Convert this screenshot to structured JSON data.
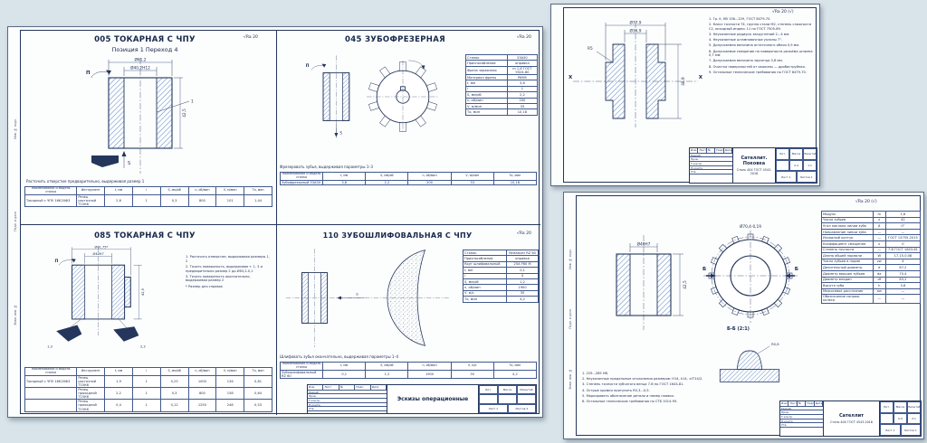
{
  "edge_labels": [
    "Инв. № подл.",
    "Подп. и дата",
    "Взам. инв. №"
  ],
  "stamp_common": {
    "head": [
      "Изм.",
      "Лист",
      "№ докум.",
      "Подп.",
      "Дата"
    ],
    "roles": [
      "Разраб.",
      "Пров.",
      "Т.контр.",
      "Н.контр.",
      "Утв."
    ],
    "litrow": [
      "Лит.",
      "Масса",
      "Масштаб"
    ]
  },
  "ops_stamp": {
    "title": "Эскизы операционные",
    "lit": "",
    "mass": "",
    "scale": "",
    "sheet": "Лист 1",
    "sheets": "Листов 2"
  },
  "op005": {
    "title": "005 ТОКАРНАЯ С ЧПУ",
    "subtitle": "Позиция 1 Переход 4",
    "roughness": "√Ra 20",
    "caption": "Расточить отверстие предварительно, выдерживая размер 1",
    "labels": {
      "rot": "П",
      "feed": "S",
      "pt1": "1"
    },
    "dims": {
      "bore": "Ø40,2H12",
      "od": "Ø61,2",
      "len": "42,5"
    },
    "table": {
      "headers": [
        "Наименование и модель станка",
        "Инструмент",
        "t, мм",
        "i",
        "S, мм/об",
        "n, об/мин",
        "V, м/мин",
        "То, мин"
      ],
      "rows": [
        [
          "Токарный с ЧПУ 16К20Ф3",
          "Резец расточной Т15К6",
          "2,6",
          "1",
          "0,3",
          "800",
          "101",
          "1,44"
        ]
      ]
    }
  },
  "op045": {
    "title": "045 ЗУБОФРЕЗЕРНАЯ",
    "roughness": "√Ra 20",
    "caption": "Фрезеровать зубья, выдерживая параметры 1–3",
    "labels": {
      "rot": "П",
      "feed": "S"
    },
    "side_rows": [
      [
        "Станок",
        "53А50"
      ],
      [
        "Приспособление",
        "оправка"
      ],
      [
        "Фреза червячная",
        "m 1,6 ГОСТ 9324-80"
      ],
      [
        "Материал фрезы",
        "Р6М5"
      ],
      [
        "t, мм",
        "3,6"
      ],
      [
        "i",
        "1"
      ],
      [
        "S, мм/об",
        "2,2"
      ],
      [
        "n, об/мин",
        "200"
      ],
      [
        "V, м/мин",
        "33"
      ],
      [
        "То, мин",
        "10,18"
      ]
    ],
    "table": {
      "headers": [
        "Наименование и модель станка",
        "t, мм",
        "S, мм/об",
        "n, об/мин",
        "V, м/мин",
        "То, мин"
      ],
      "rows": [
        [
          "Зубофрезерный 53А50",
          "3,6",
          "2,2",
          "200",
          "33",
          "10,18"
        ]
      ]
    }
  },
  "op085": {
    "title": "085 ТОКАРНАЯ С ЧПУ",
    "labels": {
      "rot": "П",
      "t1": "1,3",
      "t2": "2,3"
    },
    "dims": {
      "bore": "Ø40H7",
      "od": "Ø61,75*",
      "len": "42,5"
    },
    "notes": [
      "1. Расточить отверстие, выдерживая размеры 1, 2",
      "2. Точить поверхность, выдерживая т. 1, 3 и предварительно размер 2 до Ø63,2-0,1",
      "3. Точить поверхность окончательно, выдерживая размер 2",
      "* Размер для справок"
    ],
    "table": {
      "headers": [
        "Наименование и модель станка",
        "Инструмент",
        "t, мм",
        "i",
        "S, мм/об",
        "n, об/мин",
        "V, м/мин",
        "То, мин"
      ],
      "rows": [
        [
          "Токарный с ЧПУ 16К20Ф3",
          "Резец расточной Т15К6",
          "1,9",
          "1",
          "0,25",
          "1000",
          "126",
          "0,81"
        ],
        [
          "",
          "Резец проходной Т15К6",
          "2,2",
          "1",
          "0,3",
          "800",
          "158",
          "0,64"
        ],
        [
          "",
          "Резец проходной Т15К6",
          "0,4",
          "1",
          "0,12",
          "1250",
          "248",
          "0,53"
        ]
      ]
    }
  },
  "op110": {
    "title": "110 ЗУБОШЛИФОВАЛЬНАЯ С ЧПУ",
    "roughness": "√Ra 20",
    "caption": "Шлифовать зубья окончательно, выдерживая параметры 1–4",
    "labels": {
      "feed": "S"
    },
    "side_rows": [
      [
        "Станок",
        "Reishauer RZ 60"
      ],
      [
        "Приспособление",
        "оправка"
      ],
      [
        "Круг шлифовальный",
        "25А F60 M"
      ],
      [
        "t, мм",
        "0,1"
      ],
      [
        "i",
        "4"
      ],
      [
        "S, мм/об",
        "1,2"
      ],
      [
        "n, об/мин",
        "1900"
      ],
      [
        "V, м/с",
        "35"
      ],
      [
        "То, мин",
        "4,2"
      ]
    ],
    "table": {
      "headers": [
        "Наименование и модель станка",
        "t, мм",
        "S, мм/об",
        "n, об/мин",
        "V, м/с",
        "То, мин"
      ],
      "rows": [
        [
          "Зубошлифовальный RZ 60",
          "0,1",
          "1,2",
          "1900",
          "35",
          "4,2"
        ]
      ]
    }
  },
  "forging": {
    "roughness": "√Ra 20 (√)",
    "section": "X",
    "dims": {
      "od": "Ø77,9",
      "bore": "Ø36,9",
      "h": "48,9",
      "r": "R5"
    },
    "notes": [
      "1. Гр. II, НВ 156...229, ГОСТ 8479-70.",
      "2. Класс точности Т4, группа стали М2, степень сложности С2, исходный индекс 11 по ГОСТ 7505-89.",
      "3. Неуказанные радиусы закруглений 2...4 мм.",
      "4. Неуказанные штамповочные уклоны 7°.",
      "5. Допускаемая величина остаточного облоя 0,9 мм.",
      "6. Допускаемое смещение по поверхности разъёма штампа 0,7 мм.",
      "7. Допускаемая величина заусенца 0,8 мм.",
      "8. Очистка поверхностей от окалины — дробеструйная.",
      "9. Остальные технические требования по ГОСТ 8479-70."
    ],
    "stamp": {
      "title": "Сателлит. Поковка",
      "material": "Сталь 40Х ГОСТ 4543-2016",
      "lit": "",
      "mass": "2,4",
      "scale": "1:1",
      "sheet": "Лист 1",
      "sheets": "Листов 1"
    }
  },
  "part": {
    "roughness": "√Ra 20 (√)",
    "detail_title": "Б-Б (2:1)",
    "dims": {
      "od": "Ø70,4-0,19",
      "bore": "Ø40H7",
      "len": "42,5",
      "sec": "Б",
      "r": "R0,6"
    },
    "gear_rows": [
      [
        "Модуль",
        "m",
        "1,6"
      ],
      [
        "Число зубьев",
        "z",
        "42"
      ],
      [
        "Угол наклона линии зуба",
        "β",
        "0°"
      ],
      [
        "Направление линии зуба",
        "—",
        "—"
      ],
      [
        "Исходный контур",
        "—",
        "ГОСТ 13755-2015"
      ],
      [
        "Коэффициент смещения",
        "x",
        "0"
      ],
      [
        "Степень точности",
        "—",
        "7-В ГОСТ 1643-81"
      ],
      [
        "Длина общей нормали",
        "W",
        "17,15-0,08"
      ],
      [
        "Число зубьев в норме",
        "zw",
        "4"
      ],
      [
        "Делительный диаметр",
        "d",
        "67,2"
      ],
      [
        "Диаметр вершин зубьев",
        "da",
        "70,4"
      ],
      [
        "Диаметр впадин",
        "df",
        "63,2"
      ],
      [
        "Высота зуба",
        "h",
        "3,6"
      ],
      [
        "Межосевое расстояние",
        "aw",
        "—"
      ],
      [
        "Обозначение сопряж. колеса",
        "—",
        "—"
      ]
    ],
    "notes": [
      "1. 229...285 НВ.",
      "2. Неуказанные предельные отклонения размеров: H14, h14, ±IT14/2.",
      "3. Степень точности зубчатого венца 7-В по ГОСТ 1643-81.",
      "4. Острые кромки притупить R0,3...0,5.",
      "5. Маркировать обозначение детали и номер плавки.",
      "6. Остальные технические требования по СТБ 1014-95."
    ],
    "stamp": {
      "title": "Сателлит",
      "material": "Сталь 40Х ГОСТ 4543-2016",
      "lit": "",
      "mass": "0,9",
      "scale": "2:1",
      "sheet": "Лист 1",
      "sheets": "Листов 1"
    }
  }
}
